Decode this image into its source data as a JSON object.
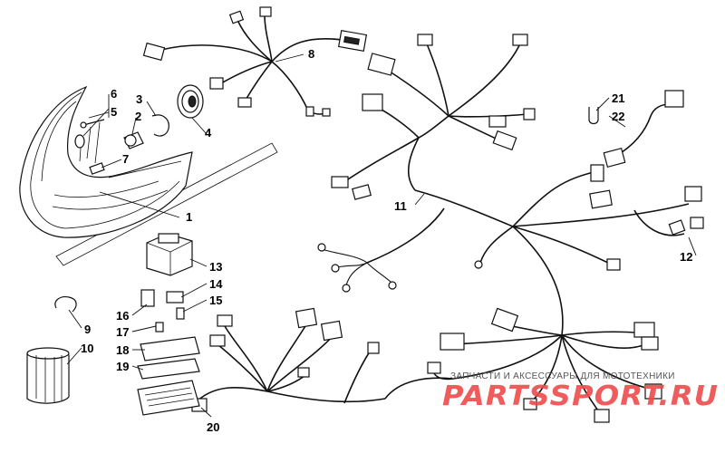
{
  "callouts": [
    {
      "id": "1",
      "text": "1"
    },
    {
      "id": "2",
      "text": "2"
    },
    {
      "id": "3",
      "text": "3"
    },
    {
      "id": "4",
      "text": "4"
    },
    {
      "id": "5",
      "text": "5"
    },
    {
      "id": "6",
      "text": "6"
    },
    {
      "id": "7",
      "text": "7"
    },
    {
      "id": "8",
      "text": "8"
    },
    {
      "id": "9",
      "text": "9"
    },
    {
      "id": "10",
      "text": "10"
    },
    {
      "id": "11",
      "text": "11"
    },
    {
      "id": "12",
      "text": "12"
    },
    {
      "id": "13",
      "text": "13"
    },
    {
      "id": "14",
      "text": "14"
    },
    {
      "id": "15",
      "text": "15"
    },
    {
      "id": "16",
      "text": "16"
    },
    {
      "id": "17",
      "text": "17"
    },
    {
      "id": "18",
      "text": "18"
    },
    {
      "id": "19",
      "text": "19"
    },
    {
      "id": "20",
      "text": "20"
    },
    {
      "id": "21",
      "text": "21"
    },
    {
      "id": "22",
      "text": "22"
    }
  ],
  "watermark": {
    "caption": "ЗАПЧАСТИ И АКСЕССУАРЫ ДЛЯ МОТОТЕХНИКИ",
    "logo": "PARTSSPORT.RU"
  },
  "colors": {
    "line": "#111111",
    "background": "#ffffff",
    "watermark_logo": "#ee4b4b"
  }
}
